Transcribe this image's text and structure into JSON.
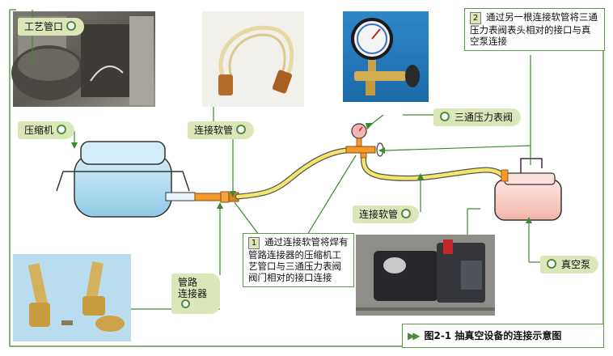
{
  "labels": {
    "process_port": "工艺管口",
    "compressor": "压缩机",
    "hose": "连接软管",
    "gauge_valve": "三通压力表阀",
    "vacuum_pump": "真空泵",
    "pipe_connector_line1": "管路",
    "pipe_connector_line2": "连接器"
  },
  "notes": [
    {
      "number": "1",
      "text": "通过连接软管将焊有管路连接器的压缩机工艺管口与三通压力表阀阀门相对的接口连接"
    },
    {
      "number": "2",
      "text": "通过另一根连接软管将三通压力表阀表头相对的接口与真空泵连接"
    }
  ],
  "caption": "图2-1  抽真空设备的连接示意图",
  "colors": {
    "accent_green": "#5c9a46",
    "label_bg": "#dbe7b8",
    "hose_yellow": "#f3e66b",
    "fitting_orange": "#f39a2b"
  }
}
